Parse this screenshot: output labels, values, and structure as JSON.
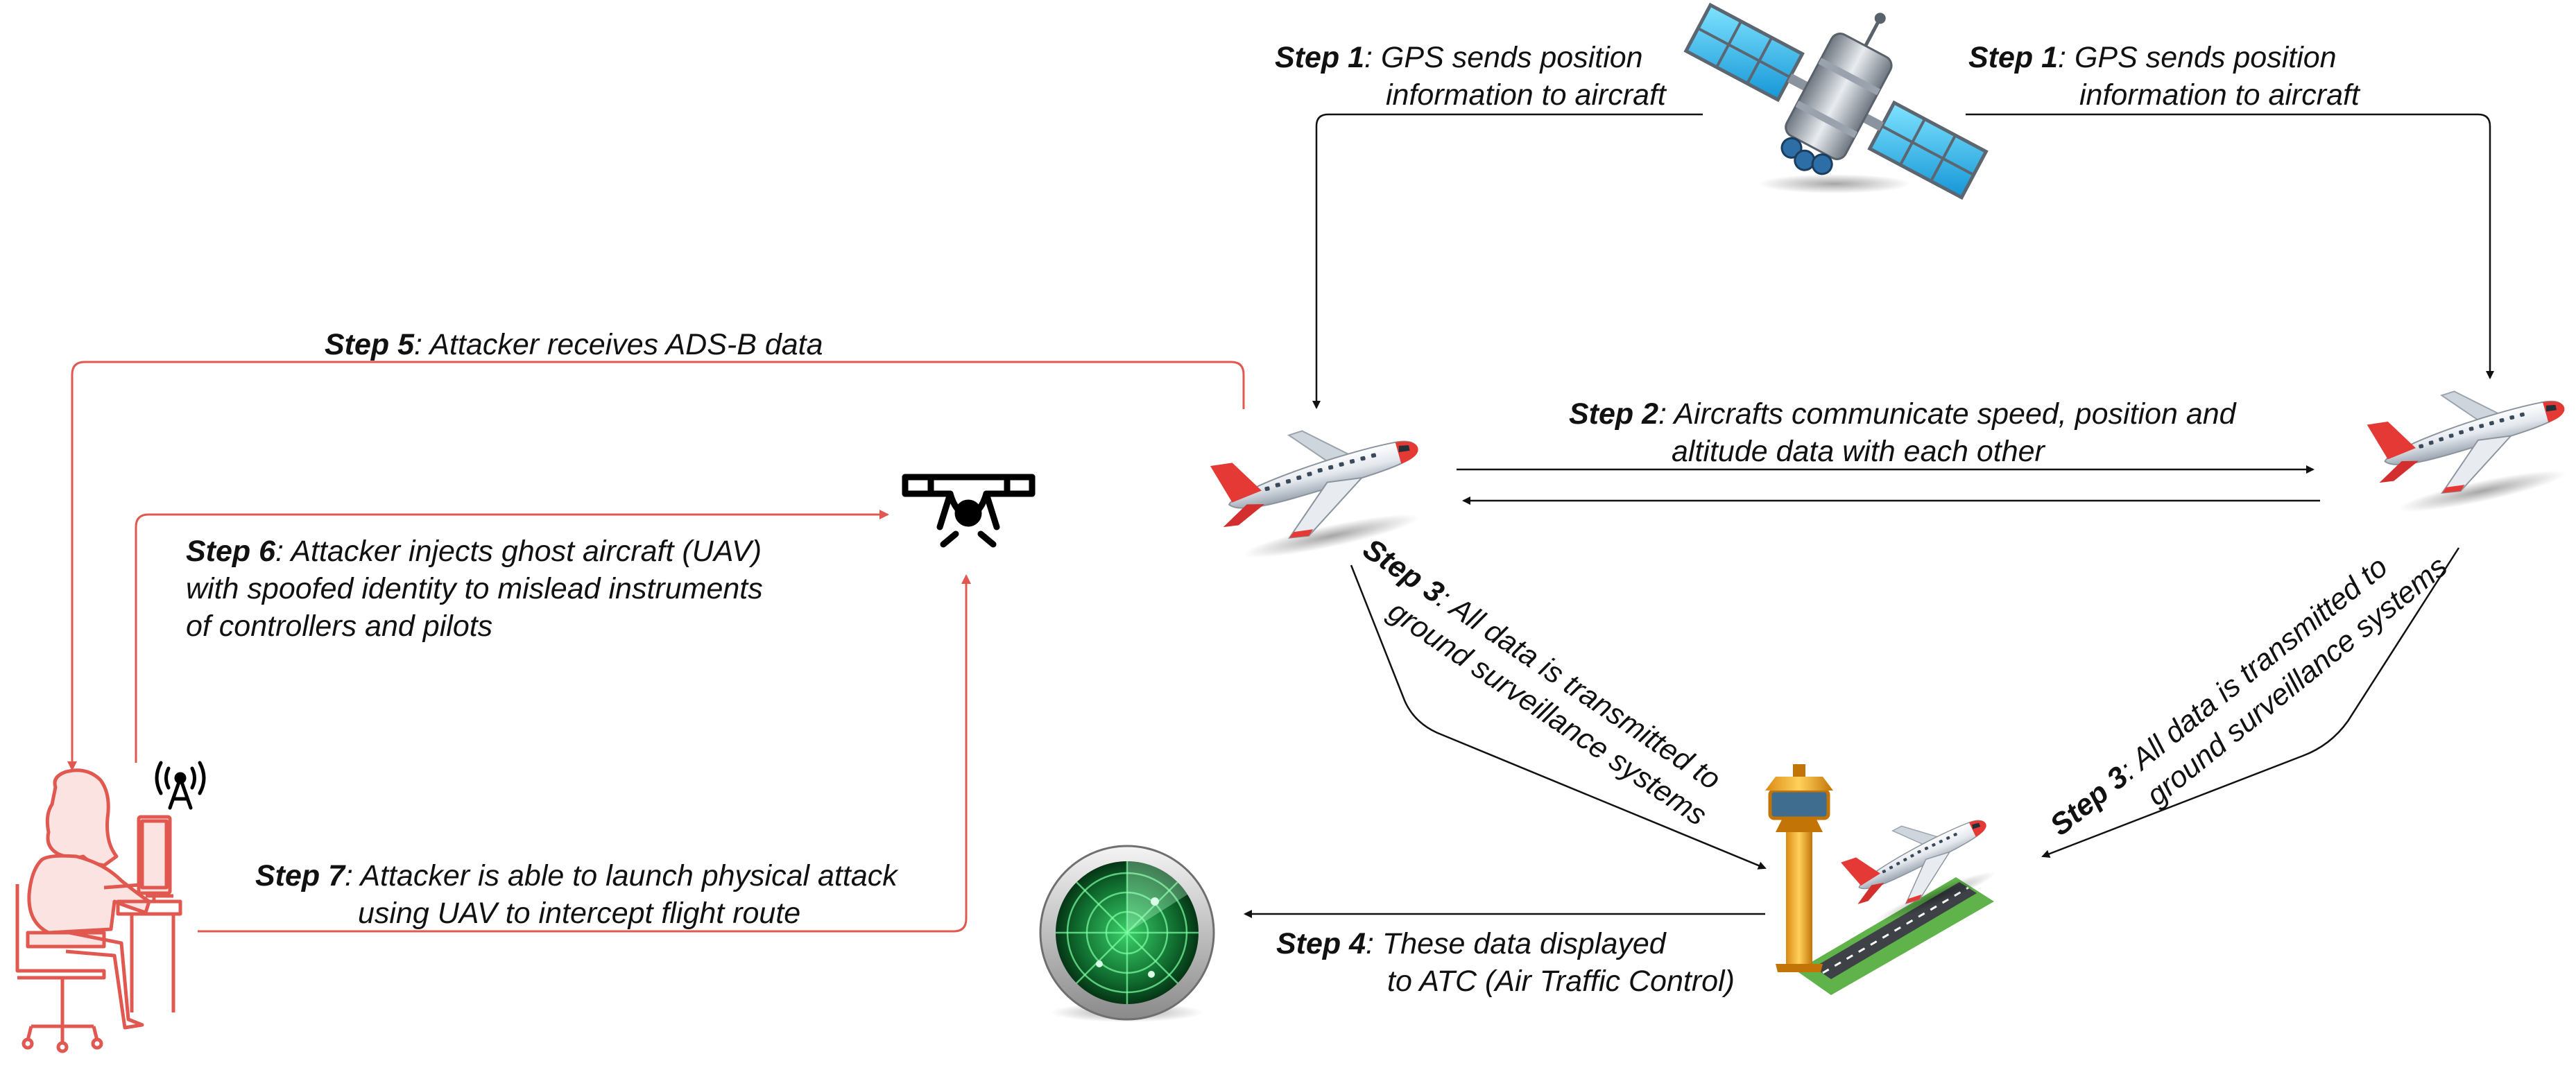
{
  "steps": {
    "step1_left": {
      "bold": "Step 1",
      "l1": ": GPS sends position",
      "l2": "information to aircraft"
    },
    "step1_right": {
      "bold": "Step 1",
      "l1": ": GPS sends position",
      "l2": "information to aircraft"
    },
    "step2": {
      "bold": "Step 2",
      "l1": ": Aircrafts communicate speed, position and",
      "l2": "altitude data with each other"
    },
    "step3_left": {
      "bold": "Step 3",
      "l1": ": All data is transmitted to",
      "l2": "ground surveillance systems"
    },
    "step3_right": {
      "bold": "Step 3",
      "l1": ": All data is transmitted to",
      "l2": "ground surveillance systems"
    },
    "step4": {
      "bold": "Step 4",
      "l1": ": These data displayed",
      "l2": "to ATC (Air Traffic Control)"
    },
    "step5": {
      "bold": "Step 5",
      "l1": ": Attacker receives ADS-B data"
    },
    "step6": {
      "bold": "Step 6",
      "l1": ": Attacker injects ghost aircraft (UAV)",
      "l2": "with spoofed identity to mislead instruments",
      "l3": "of controllers and pilots"
    },
    "step7": {
      "bold": "Step 7",
      "l1": ": Attacker is able to launch physical attack",
      "l2": "using UAV to intercept flight route"
    }
  },
  "icons": [
    "satellite-icon",
    "aircraft-icon",
    "drone-icon",
    "attacker-icon",
    "antenna-icon",
    "radar-icon",
    "control-tower-icon"
  ],
  "colors": {
    "attack": "#e0584f",
    "normal": "#111111"
  }
}
